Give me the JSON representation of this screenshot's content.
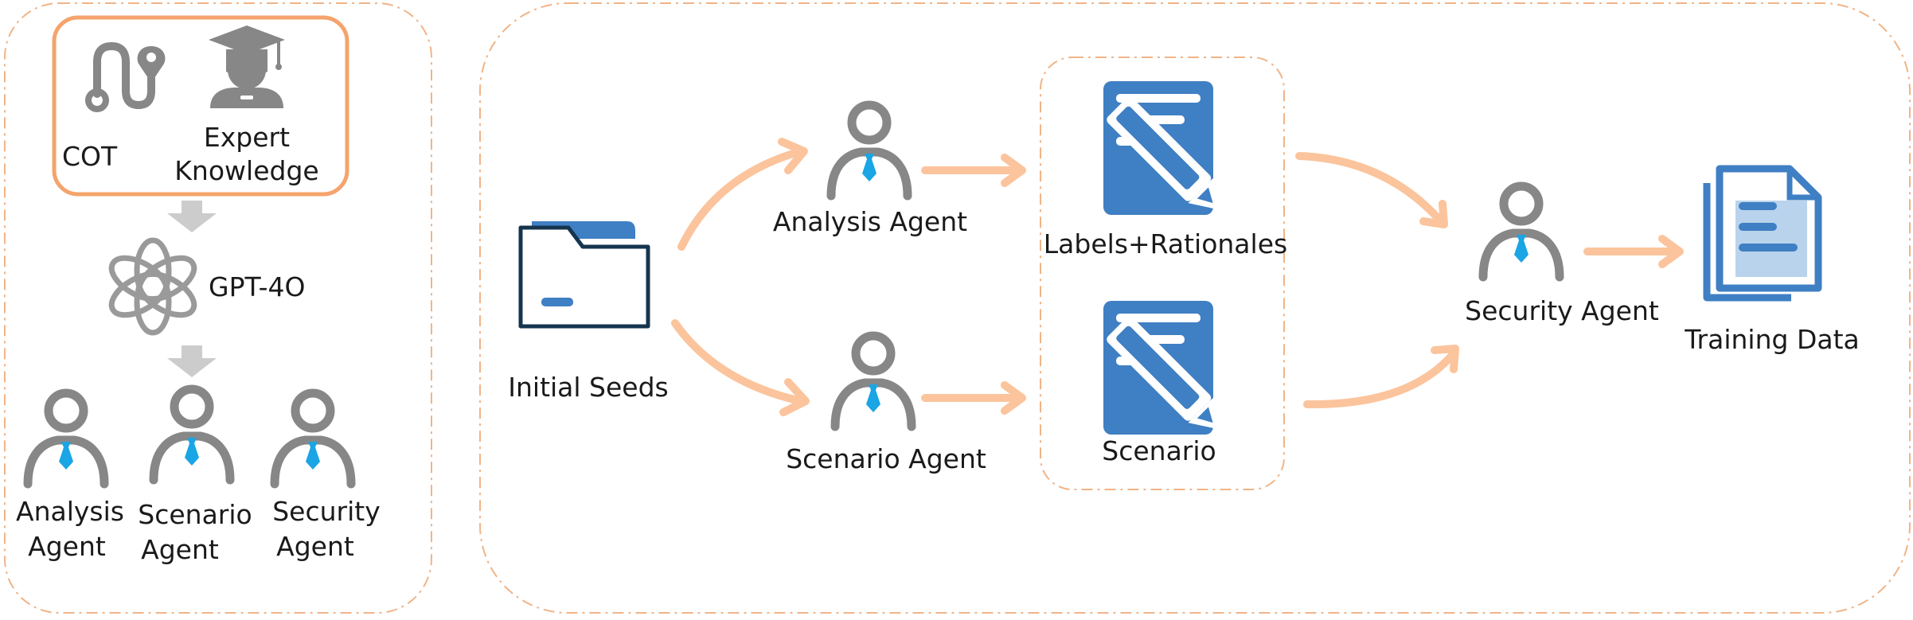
{
  "colors": {
    "frame_dash": "#f0b488",
    "knowledge_box": "#f4a46c",
    "gray_arrow": "#cccccc",
    "flow_arrow": "#fbc49c",
    "person_gray": "#878787",
    "tie_blue": "#1aa5e4",
    "doc_blue": "#3f7fc3",
    "folder_navy": "#15354f",
    "folder_blue": "#3f7fc3",
    "training_light": "#b9d3ec"
  },
  "left_panel": {
    "cot_label": "COT",
    "cot_icon": "route-pin-icon",
    "expert_line1": "Expert",
    "expert_line2": "Knowledge",
    "expert_icon": "graduate-icon",
    "model_label": "GPT-4O",
    "model_icon": "openai-logo-icon",
    "agents": [
      {
        "line1": "Analysis",
        "line2": "Agent"
      },
      {
        "line1": "Scenario",
        "line2": "Agent"
      },
      {
        "line1": "Security",
        "line2": "Agent"
      }
    ]
  },
  "pipeline": {
    "seeds_label": "Initial Seeds",
    "analysis_agent_label": "Analysis Agent",
    "scenario_agent_label": "Scenario Agent",
    "labels_doc_label": "Labels+Rationales",
    "scenario_doc_label": "Scenario",
    "security_agent_label": "Security Agent",
    "training_label": "Training Data"
  }
}
